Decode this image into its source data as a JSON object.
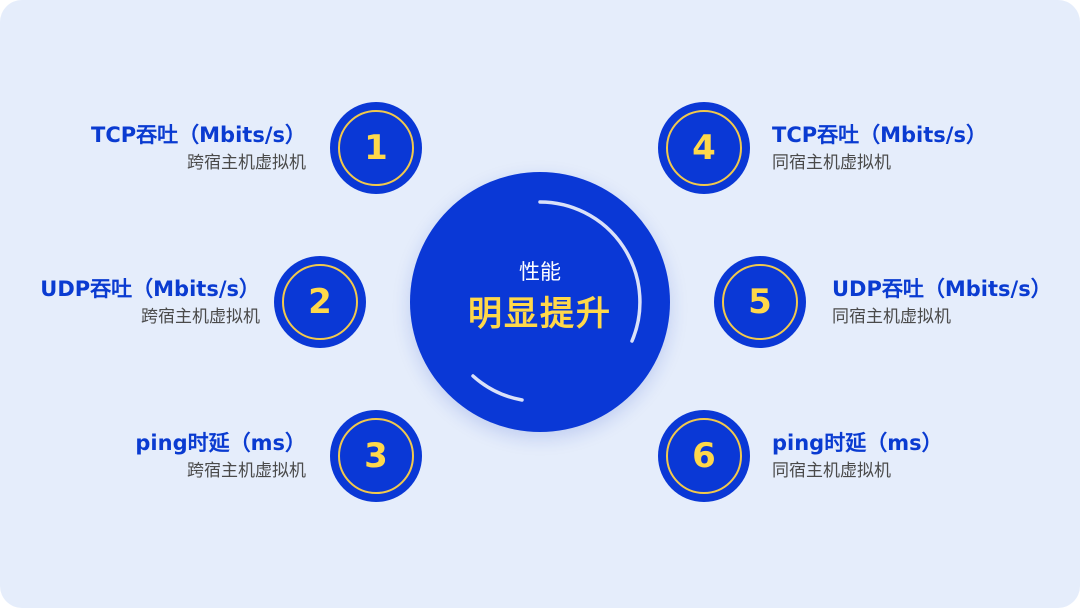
{
  "center": {
    "subtitle": "性能",
    "title": "明显提升"
  },
  "items": [
    {
      "number": "1",
      "title": "TCP吞吐（Mbits/s）",
      "desc": "跨宿主机虚拟机"
    },
    {
      "number": "2",
      "title": "UDP吞吐（Mbits/s）",
      "desc": "跨宿主机虚拟机"
    },
    {
      "number": "3",
      "title": "ping时延（ms）",
      "desc": "跨宿主机虚拟机"
    },
    {
      "number": "4",
      "title": "TCP吞吐（Mbits/s）",
      "desc": "同宿主机虚拟机"
    },
    {
      "number": "5",
      "title": "UDP吞吐（Mbits/s）",
      "desc": "同宿主机虚拟机"
    },
    {
      "number": "6",
      "title": "ping时延（ms）",
      "desc": "同宿主机虚拟机"
    }
  ],
  "colors": {
    "background": "#e5edfb",
    "primary_blue": "#0a38d6",
    "accent_yellow": "#ffd84a",
    "title_blue": "#0a3bd1"
  }
}
